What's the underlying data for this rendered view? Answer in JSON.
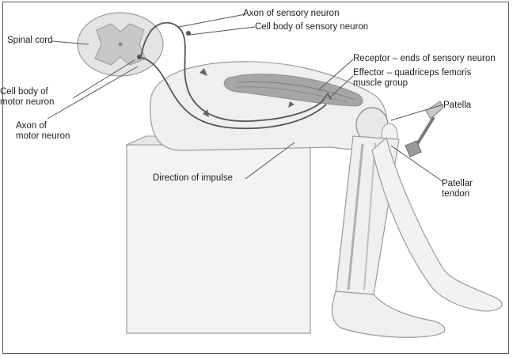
{
  "labels": {
    "spinal_cord": "Spinal cord",
    "axon_sensory": "Axon of sensory neuron",
    "cell_body_sensory": "Cell body of sensory neuron",
    "receptor": "Receptor – ends of sensory neuron",
    "effector_line1": "Effector – quadriceps femoris",
    "effector_line2": "muscle group",
    "cell_body_motor_line1": "Cell body of",
    "cell_body_motor_line2": "motor neuron",
    "axon_motor_line1": "Axon of",
    "axon_motor_line2": "motor neuron",
    "patella": "Patella",
    "direction_impulse": "Direction of impulse",
    "patellar_tendon_line1": "Patellar",
    "patellar_tendon_line2": "tendon"
  },
  "colors": {
    "outline": "#8a8a8a",
    "skin": "#f1f1f1",
    "muscle": "#9a9a9a",
    "neuron": "#555555",
    "grey_matter": "#c8c8c8",
    "text": "#1e1e1e"
  }
}
